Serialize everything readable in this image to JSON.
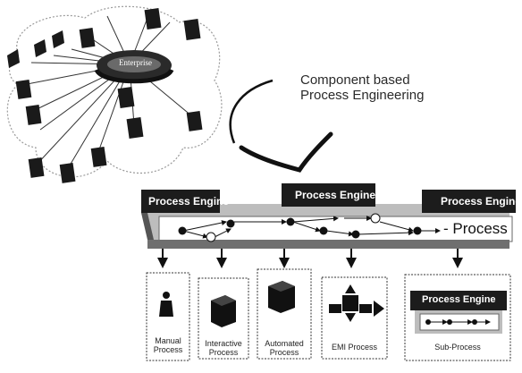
{
  "enterprise": {
    "label": "Enterprise"
  },
  "caption": {
    "line1": "Component based",
    "line2": "Process Engineering"
  },
  "engines": [
    {
      "title": "Process Engine"
    },
    {
      "title": "Process Engine"
    },
    {
      "title": "Process Engine"
    }
  ],
  "process_word": "- Process",
  "sub_processes": [
    {
      "line1": "Manual",
      "line2": "Process"
    },
    {
      "line1": "Interactive",
      "line2": "Process"
    },
    {
      "line1": "Automated",
      "line2": "Process"
    },
    {
      "line1": "EMI Process",
      "line2": ""
    },
    {
      "line1": "Sub-Process",
      "line2": ""
    }
  ],
  "sub_engine": {
    "title": "Process Engine"
  },
  "colors": {
    "dark": "#1c1c1c",
    "mid": "#555555",
    "light": "#bdbdbd"
  }
}
